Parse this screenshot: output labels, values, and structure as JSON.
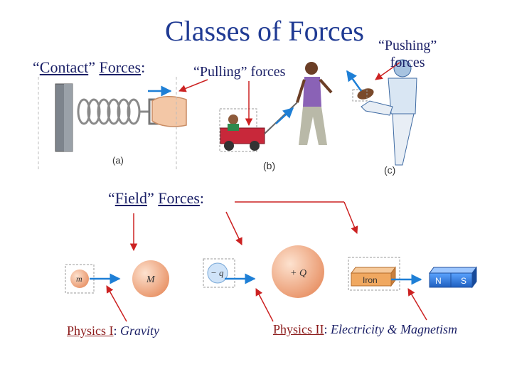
{
  "title": "Classes of Forces",
  "contact": {
    "word": "Contact",
    "label": "Forces",
    "open": "“",
    "close": "”",
    "colon": ":"
  },
  "pulling": "“Pulling” forces",
  "pushing": {
    "line1": "“Pushing”",
    "line2": "forces"
  },
  "field": {
    "word": "Field",
    "label": "Forces",
    "open": "“",
    "close": "”",
    "colon": ":"
  },
  "panels": {
    "a": "(a)",
    "b": "(b)",
    "c": "(c)"
  },
  "bodies": {
    "small_mass": "m",
    "big_mass": "M",
    "neg_charge": "− q",
    "pos_charge": "+ Q",
    "iron": "Iron",
    "north": "N",
    "south": "S"
  },
  "physics1": {
    "course": "Physics I",
    "colon": ":",
    "topic": "Gravity"
  },
  "physics2": {
    "course": "Physics II",
    "colon": ":",
    "topic": "Electricity & Magnetism"
  },
  "colors": {
    "title": "#1f3a93",
    "arrow_red": "#cc2222",
    "arrow_blue": "#1e7fd6",
    "ball": "#f1b38c",
    "magnet": "#2a6fd0",
    "iron": "#f0a860"
  }
}
